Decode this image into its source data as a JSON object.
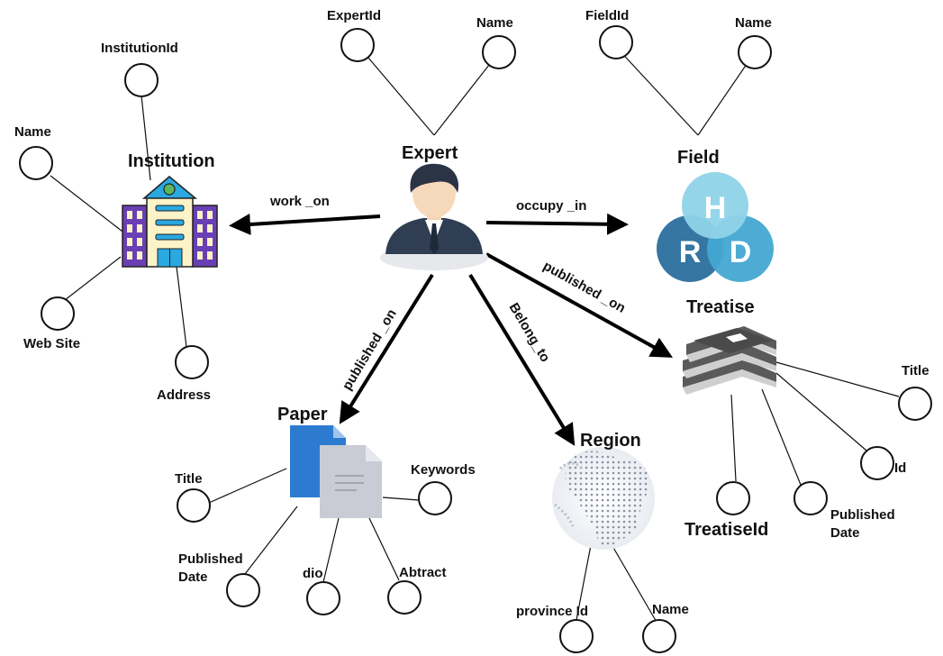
{
  "entities": {
    "expert": "Expert",
    "institution": "Institution",
    "field": "Field",
    "treatise": "Treatise",
    "paper": "Paper",
    "region": "Region"
  },
  "relations": {
    "work_on": "work _on",
    "occupy_in": "occupy _in",
    "published_on_treatise": "published _on",
    "published_on_paper": "published _on",
    "belong_to": "Belong_to"
  },
  "attributes": {
    "expert": {
      "id": "ExpertId",
      "name": "Name"
    },
    "field": {
      "id": "FieldId",
      "name": "Name"
    },
    "institution": {
      "id": "InstitutionId",
      "name": "Name",
      "website": "Web Site",
      "address": "Address"
    },
    "treatise": {
      "title": "Title",
      "id": "Id",
      "published_date_1": "Published",
      "published_date_2": "Date",
      "treatise_id": "TreatiseId"
    },
    "paper": {
      "title": "Title",
      "keywords": "Keywords",
      "published_date_1": "Published",
      "published_date_2": "Date",
      "dio": "dio",
      "abstract": "Abtract"
    },
    "region": {
      "province_id": "province Id",
      "name": "Name"
    }
  },
  "icons": {
    "field": {
      "h": "H",
      "r": "R",
      "d": "D"
    }
  },
  "colors": {
    "building_purple": "#6a3fb5",
    "building_blue": "#2aa8e0",
    "building_cream": "#fdf3c8",
    "hrd_light": "#8fd3e8",
    "hrd_dark": "#2a6f9e",
    "hrd_mid": "#43a7d2",
    "book_gray": "#5a5a5a",
    "paper_blue": "#2d7bd1",
    "paper_gray": "#c9ccd4"
  }
}
